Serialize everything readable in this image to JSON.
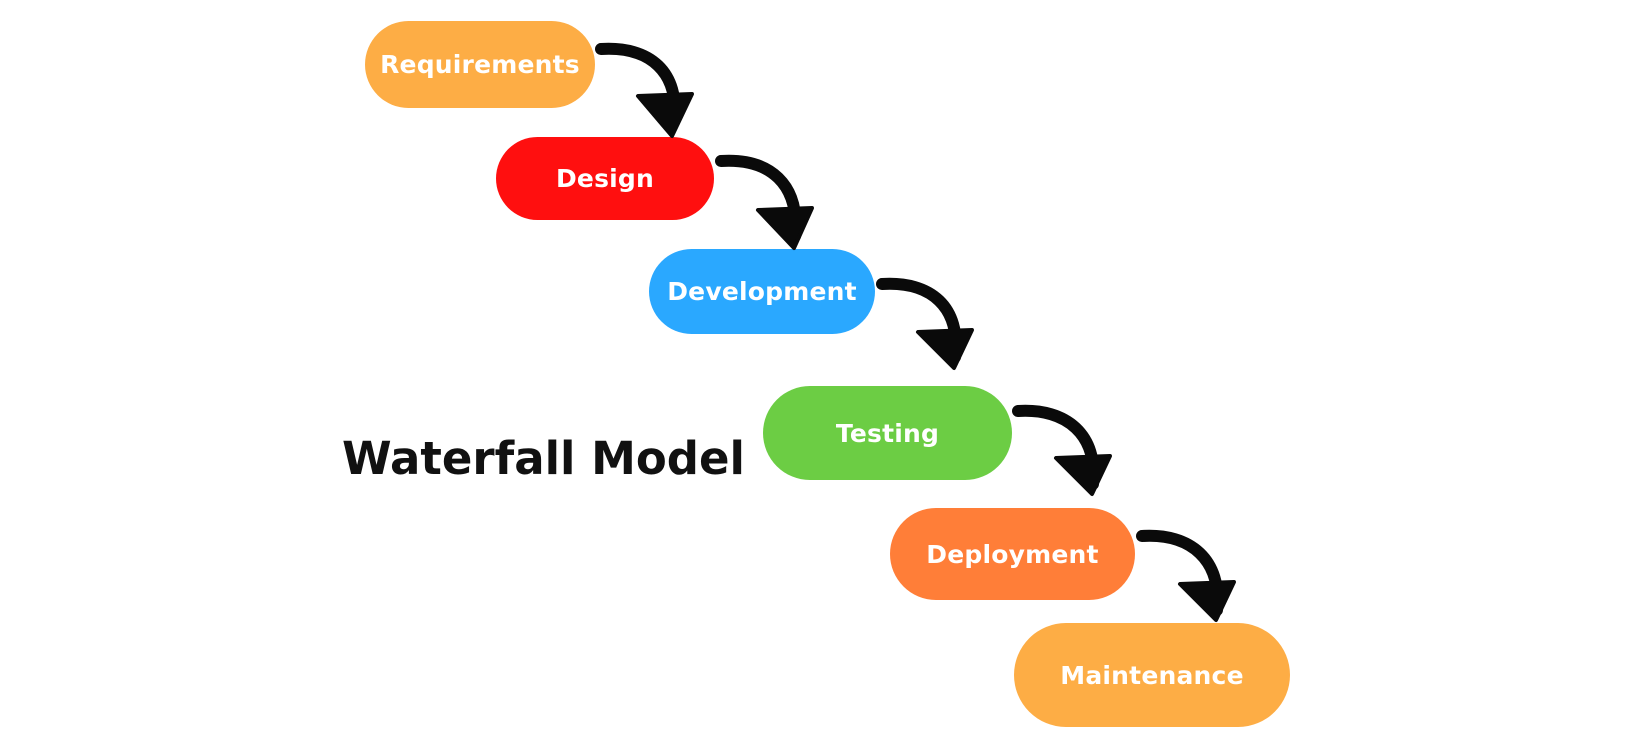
{
  "title": "Waterfall Model",
  "colors": {
    "requirements": "#FDAD45",
    "design": "#FF0F0F",
    "development": "#2AA8FF",
    "testing": "#6CCD44",
    "deployment": "#FF7E38",
    "maintenance": "#FDAD45",
    "arrow": "#0a0a0a",
    "text_on_pill": "#ffffff",
    "title_text": "#111111"
  },
  "stages": [
    {
      "label": "Requirements",
      "color": "#FDAD45"
    },
    {
      "label": "Design",
      "color": "#FF0F0F"
    },
    {
      "label": "Development",
      "color": "#2AA8FF"
    },
    {
      "label": "Testing",
      "color": "#6CCD44"
    },
    {
      "label": "Deployment",
      "color": "#FF7E38"
    },
    {
      "label": "Maintenance",
      "color": "#FDAD45"
    }
  ],
  "connectors": [
    {
      "from": "Requirements",
      "to": "Design",
      "icon": "curved-arrow-icon"
    },
    {
      "from": "Design",
      "to": "Development",
      "icon": "curved-arrow-icon"
    },
    {
      "from": "Development",
      "to": "Testing",
      "icon": "curved-arrow-icon"
    },
    {
      "from": "Testing",
      "to": "Deployment",
      "icon": "curved-arrow-icon"
    },
    {
      "from": "Deployment",
      "to": "Maintenance",
      "icon": "curved-arrow-icon"
    }
  ]
}
